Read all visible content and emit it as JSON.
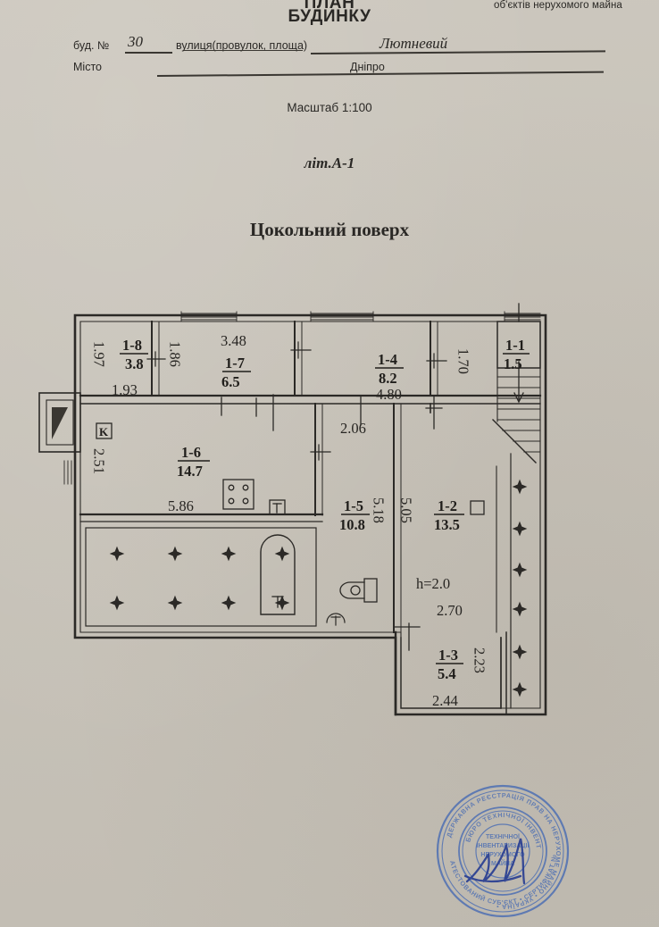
{
  "document": {
    "title_line1": "ПЛАН",
    "title_line2": "БУДИНКУ",
    "header_right": "об'єктів нерухомого майна",
    "building_label": "буд. №",
    "building_number": "30",
    "street_label": "вулиця(провулок, площа)",
    "street_name": "Лютневий",
    "city_label": "Місто",
    "city_name": "Дніпро",
    "scale": "Масштаб 1:100",
    "literal": "літ.А-1",
    "floor_title": "Цокольний поверх"
  },
  "plan": {
    "height_note": "h=2.0",
    "kitchen_marker": "K",
    "rooms": [
      {
        "id": "1-8",
        "area": "3.8",
        "name": "room-1-8"
      },
      {
        "id": "1-7",
        "area": "6.5",
        "name": "room-1-7"
      },
      {
        "id": "1-4",
        "area": "8.2",
        "name": "room-1-4"
      },
      {
        "id": "1-1",
        "area": "1.5",
        "name": "room-1-1"
      },
      {
        "id": "1-6",
        "area": "14.7",
        "name": "room-1-6"
      },
      {
        "id": "1-5",
        "area": "10.8",
        "name": "room-1-5"
      },
      {
        "id": "1-2",
        "area": "13.5",
        "name": "room-1-2"
      },
      {
        "id": "1-3",
        "area": "5.4",
        "name": "room-1-3"
      }
    ],
    "dimensions": {
      "d_1_97": "1.97",
      "d_1_93": "1.93",
      "d_1_86": "1.86",
      "d_3_48": "3.48",
      "d_4_80": "4.80",
      "d_1_70": "1.70",
      "d_2_51": "2.51",
      "d_5_86": "5.86",
      "d_2_06": "2.06",
      "d_5_18": "5.18",
      "d_5_05": "5.05",
      "d_2_70": "2.70",
      "d_2_23": "2.23",
      "d_2_44": "2.44"
    }
  },
  "stamp": {
    "present": true,
    "color": "#3b5ea8",
    "outer_text": "ДЕРЖАВНА РЕЄСТРАЦІЯ ПРАВ НА НЕРУХОМЕ МАЙНО",
    "inner_text": "БЮРО ТЕХНІЧНОЇ ІНВЕНТАРИЗАЦІЇ НЕРУХОМОГО МАЙНА"
  },
  "colors": {
    "paper": "#c9c4ba",
    "ink": "#2a2825",
    "stamp_blue": "#3b5ea8"
  }
}
